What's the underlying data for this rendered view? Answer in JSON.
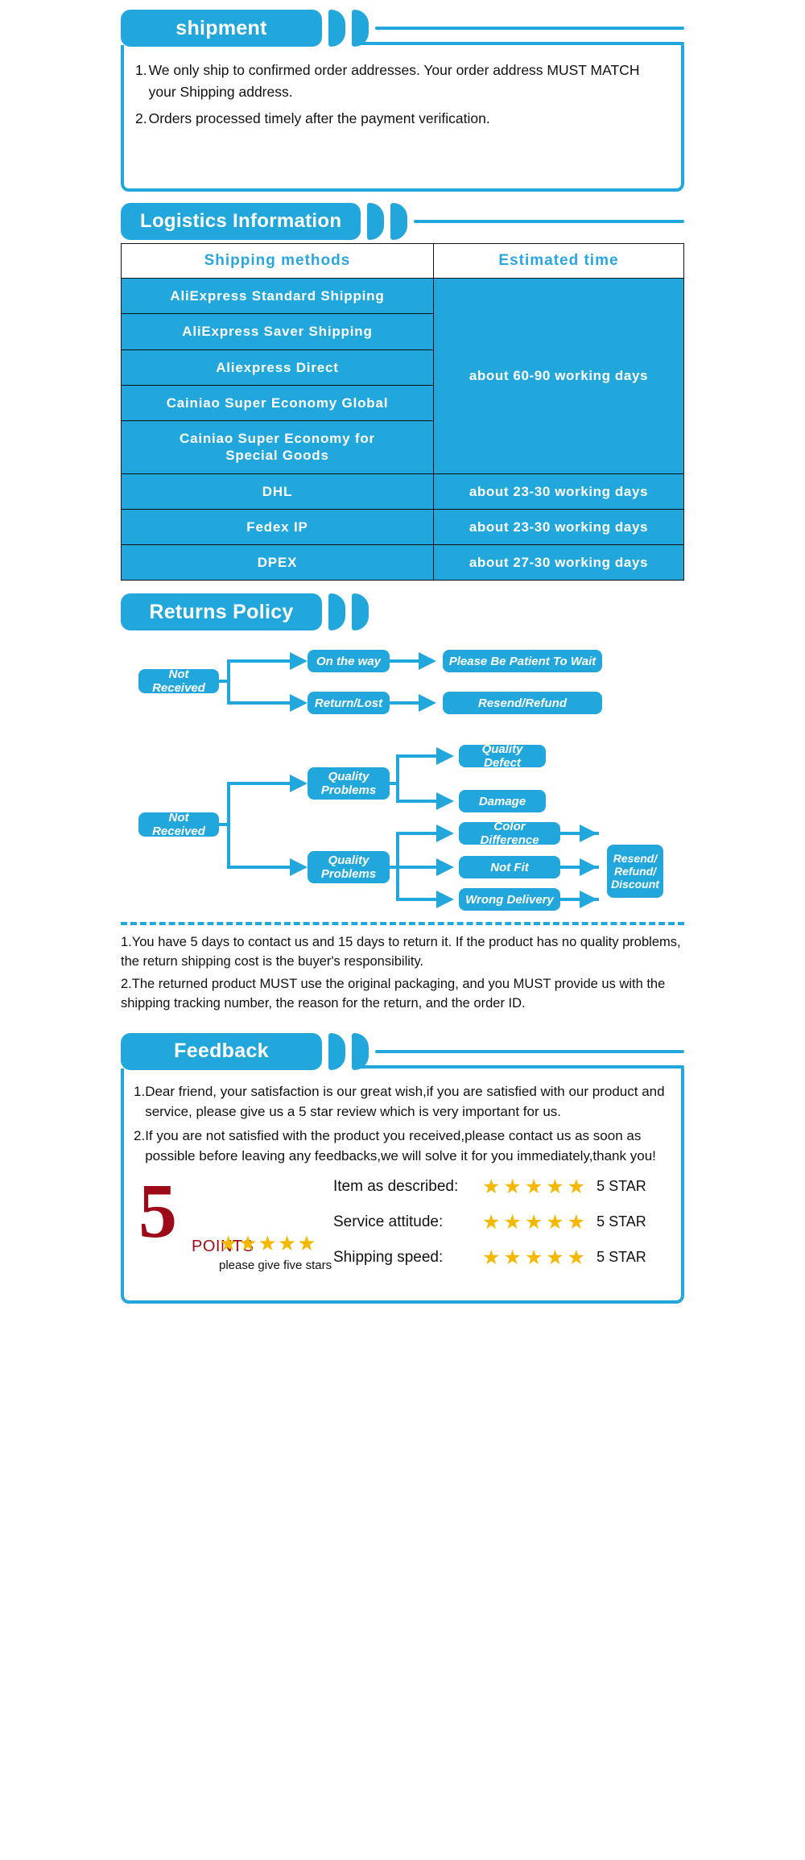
{
  "accent_color": "#22a7dd",
  "star_color": "#f5b800",
  "logo_color": "#9e0b18",
  "shipment": {
    "title": "shipment",
    "items": [
      {
        "num": "1.",
        "text": "We only ship to confirmed order addresses. Your order address MUST MATCH your Shipping address."
      },
      {
        "num": "2.",
        "text": "Orders processed timely after the payment verification."
      }
    ]
  },
  "logistics": {
    "title": "Logistics Information",
    "headers": [
      "Shipping  methods",
      "Estimated  time"
    ],
    "rows": [
      {
        "method": "AliExpress  Standard  Shipping",
        "time": "about  60-90  working  days",
        "span": 5
      },
      {
        "method": "AliExpress  Saver  Shipping"
      },
      {
        "method": "Aliexpress  Direct"
      },
      {
        "method": "Cainiao  Super  Economy  Global"
      },
      {
        "method": "Cainiao  Super  Economy  for\nSpecial  Goods"
      },
      {
        "method": "DHL",
        "time": "about  23-30  working  days",
        "span": 1
      },
      {
        "method": "Fedex  IP",
        "time": "about  23-30  working  days",
        "span": 1
      },
      {
        "method": "DPEX",
        "time": "about  27-30  working  days",
        "span": 1
      }
    ]
  },
  "returns": {
    "title": "Returns Policy",
    "flow1": {
      "start": "Not Received",
      "branches": [
        {
          "mid": "On the way",
          "end": "Please Be Patient To Wait"
        },
        {
          "mid": "Return/Lost",
          "end": "Resend/Refund"
        }
      ]
    },
    "flow2": {
      "start": "Not Received",
      "mid_top": "Quality\nProblems",
      "mid_bottom": "Quality\nProblems",
      "leaves_top": [
        "Quality Defect",
        "Damage"
      ],
      "leaves_bottom": [
        "Color Difference",
        "Not Fit",
        "Wrong Delivery"
      ],
      "final": "Resend/\nRefund/\nDiscount"
    },
    "notes": [
      {
        "num": "1.",
        "text": "You have 5 days to contact us and 15 days to return it. If the product has no quality problems, the return shipping cost is the buyer's responsibility."
      },
      {
        "num": "2.",
        "text": "The returned product MUST use the original packaging, and you MUST provide us with the shipping tracking number, the reason for the return, and the order ID."
      }
    ]
  },
  "feedback": {
    "title": "Feedback",
    "items": [
      {
        "num": "1.",
        "text": "Dear friend, your satisfaction is our great wish,if you are satisfied with our product and service, please give us a 5 star review which is very important for us."
      },
      {
        "num": "2.",
        "text": "If you are not satisfied with the product you received,please contact us as soon as possible before leaving any feedbacks,we will solve it for you immediately,thank you!"
      }
    ],
    "logo": {
      "big": "5",
      "points": "POINTS",
      "stars": "★★★★★",
      "caption": "please give five stars"
    },
    "ratings": [
      {
        "label": "Item as described:",
        "stars": "★★★★★",
        "value": "5 STAR"
      },
      {
        "label": "Service attitude:",
        "stars": "★★★★★",
        "value": "5 STAR"
      },
      {
        "label": "Shipping speed:",
        "stars": "★★★★★",
        "value": "5 STAR"
      }
    ]
  }
}
